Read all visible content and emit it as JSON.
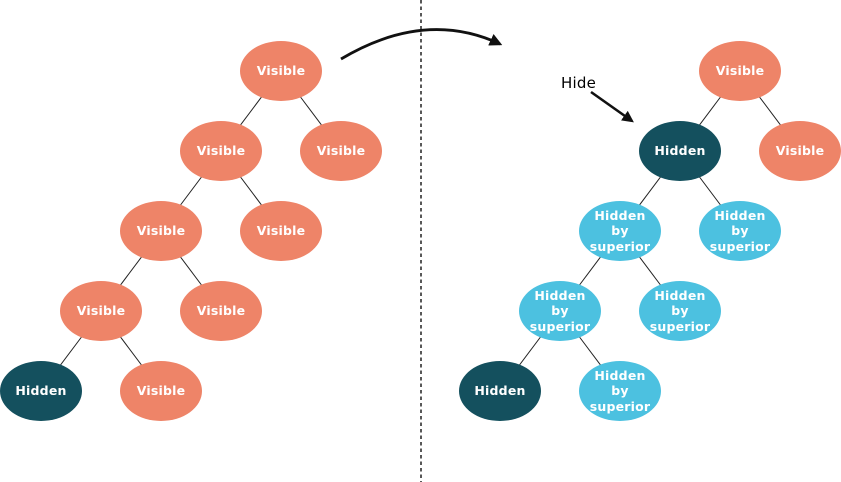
{
  "colors": {
    "visible": "#EE8468",
    "hidden": "#14505E",
    "hidden_by_superior": "#4CC1E0",
    "label_text": "#FFFFFF",
    "line": "#111111"
  },
  "annotation": {
    "hide": "Hide"
  },
  "trees": {
    "before": {
      "nodes": [
        {
          "label": "Visible",
          "state": "visible"
        },
        {
          "label": "Visible",
          "state": "visible"
        },
        {
          "label": "Visible",
          "state": "visible"
        },
        {
          "label": "Visible",
          "state": "visible"
        },
        {
          "label": "Visible",
          "state": "visible"
        },
        {
          "label": "Visible",
          "state": "visible"
        },
        {
          "label": "Visible",
          "state": "visible"
        },
        {
          "label": "Hidden",
          "state": "hidden"
        },
        {
          "label": "Visible",
          "state": "visible"
        }
      ]
    },
    "after": {
      "nodes": [
        {
          "label": "Visible",
          "state": "visible"
        },
        {
          "label": "Hidden",
          "state": "hidden"
        },
        {
          "label": "Visible",
          "state": "visible"
        },
        {
          "label": "Hidden by superior",
          "state": "hidden_by_superior"
        },
        {
          "label": "Hidden by superior",
          "state": "hidden_by_superior"
        },
        {
          "label": "Hidden by superior",
          "state": "hidden_by_superior"
        },
        {
          "label": "Hidden by superior",
          "state": "hidden_by_superior"
        },
        {
          "label": "Hidden",
          "state": "hidden"
        },
        {
          "label": "Hidden by superior",
          "state": "hidden_by_superior"
        }
      ]
    }
  }
}
